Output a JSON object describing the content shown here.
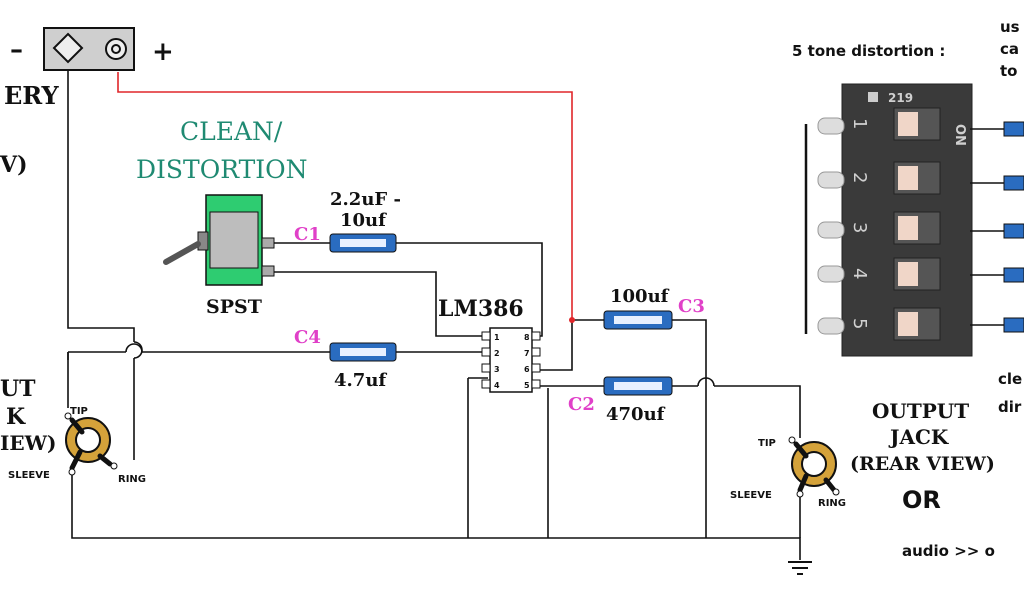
{
  "battery": {
    "minus_label": "–",
    "plus_label": "+",
    "title_fragment": "ERY",
    "view_fragment": "V)"
  },
  "switch": {
    "title_line1": "CLEAN/",
    "title_line2": "DISTORTION",
    "type_label": "SPST"
  },
  "capacitors": {
    "c1": {
      "ref": "C1",
      "value_line1": "2.2uF -",
      "value_line2": "10uf"
    },
    "c2": {
      "ref": "C2",
      "value": "470uf"
    },
    "c3": {
      "ref": "C3",
      "value": "100uf"
    },
    "c4": {
      "ref": "C4",
      "value": "4.7uf"
    }
  },
  "ic": {
    "label": "LM386",
    "pins_left": [
      "1",
      "2",
      "3",
      "4"
    ],
    "pins_right": [
      "8",
      "7",
      "6",
      "5"
    ]
  },
  "input_jack": {
    "fragment1": "UT",
    "fragment2": "K",
    "fragment3": "IEW)",
    "tip": "TIP",
    "sleeve": "SLEEVE",
    "ring": "RING"
  },
  "output_jack": {
    "title_line1": "OUTPUT",
    "title_line2": "JACK",
    "title_line3": "(REAR VIEW)",
    "tip": "TIP",
    "sleeve": "SLEEVE",
    "ring": "RING",
    "or_label": "OR"
  },
  "audio_note": "audio >>   o",
  "tone_section": {
    "title": "5 tone distortion :",
    "side_note": [
      "us",
      "ca",
      "to"
    ],
    "bottom_note": [
      "cle",
      "dir"
    ],
    "dip_brand": "219",
    "dip_on": "ON",
    "dip_numbers": [
      "1",
      "2",
      "3",
      "4",
      "5"
    ]
  },
  "colors": {
    "red_wire": "#e0262a",
    "cap_blue": "#2a6cc0",
    "switch_green": "#2ecc71",
    "magenta": "#e040c8",
    "teal": "#1f8a72"
  }
}
